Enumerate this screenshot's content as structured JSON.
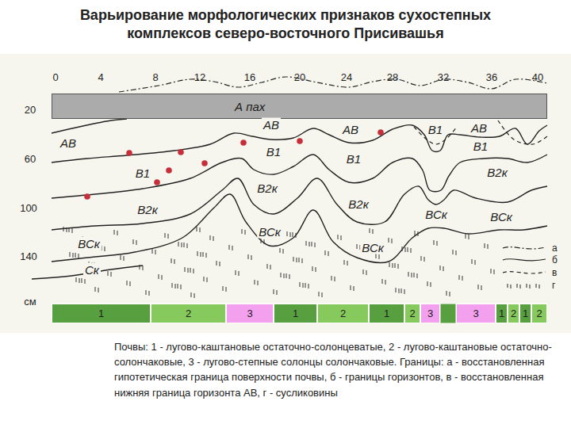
{
  "diagram": {
    "title": "Варьирование морфологических признаков сухостепных комплексов северо-восточного Присивашья",
    "caption": "Почвы: 1 - лугово-каштановые остаточно-солонцеватые, 2 - лугово-каштановые остаточно-солончаковые, 3 - лугово-степные солонцы солончаковые. Границы: а - восстановленная гипотетическая граница поверхности почвы, б - границы горизонтов, в - восстановленная нижняя граница горизонта АВ, г - сусликовины",
    "nodes": [
      {
        "text": [
          "А пах"
        ]
      },
      {
        "text": [
          "1"
        ]
      },
      {
        "text": [
          "2"
        ]
      },
      {
        "text": [
          "3"
        ]
      },
      {
        "text": [
          "1"
        ]
      },
      {
        "text": [
          "2"
        ]
      },
      {
        "text": [
          "1"
        ]
      },
      {
        "text": [
          "2"
        ]
      },
      {
        "text": [
          "3"
        ]
      },
      {
        "text": [
          "3"
        ]
      },
      {
        "text": [
          "1"
        ]
      },
      {
        "text": [
          "2"
        ]
      },
      {
        "text": [
          "1"
        ]
      },
      {
        "text": [
          "2"
        ]
      }
    ],
    "labels": [
      "0",
      "4",
      "8",
      "12",
      "16",
      "20",
      "24",
      "28",
      "32",
      "36",
      "40",
      "20",
      "60",
      "100",
      "140",
      "см",
      "АВ",
      "АВ",
      "АВ",
      "В1",
      "АВ",
      "В1",
      "В1",
      "В1",
      "В1",
      "В2к",
      "В2к",
      "В2к",
      "В2к",
      "ВСк",
      "ВСк",
      "ВСк",
      "ВСк",
      "ВСк",
      "Ск"
    ],
    "legend": [
      {
        "text": "а"
      },
      {
        "text": "б"
      },
      {
        "text": "в"
      },
      {
        "text": "г"
      }
    ]
  }
}
